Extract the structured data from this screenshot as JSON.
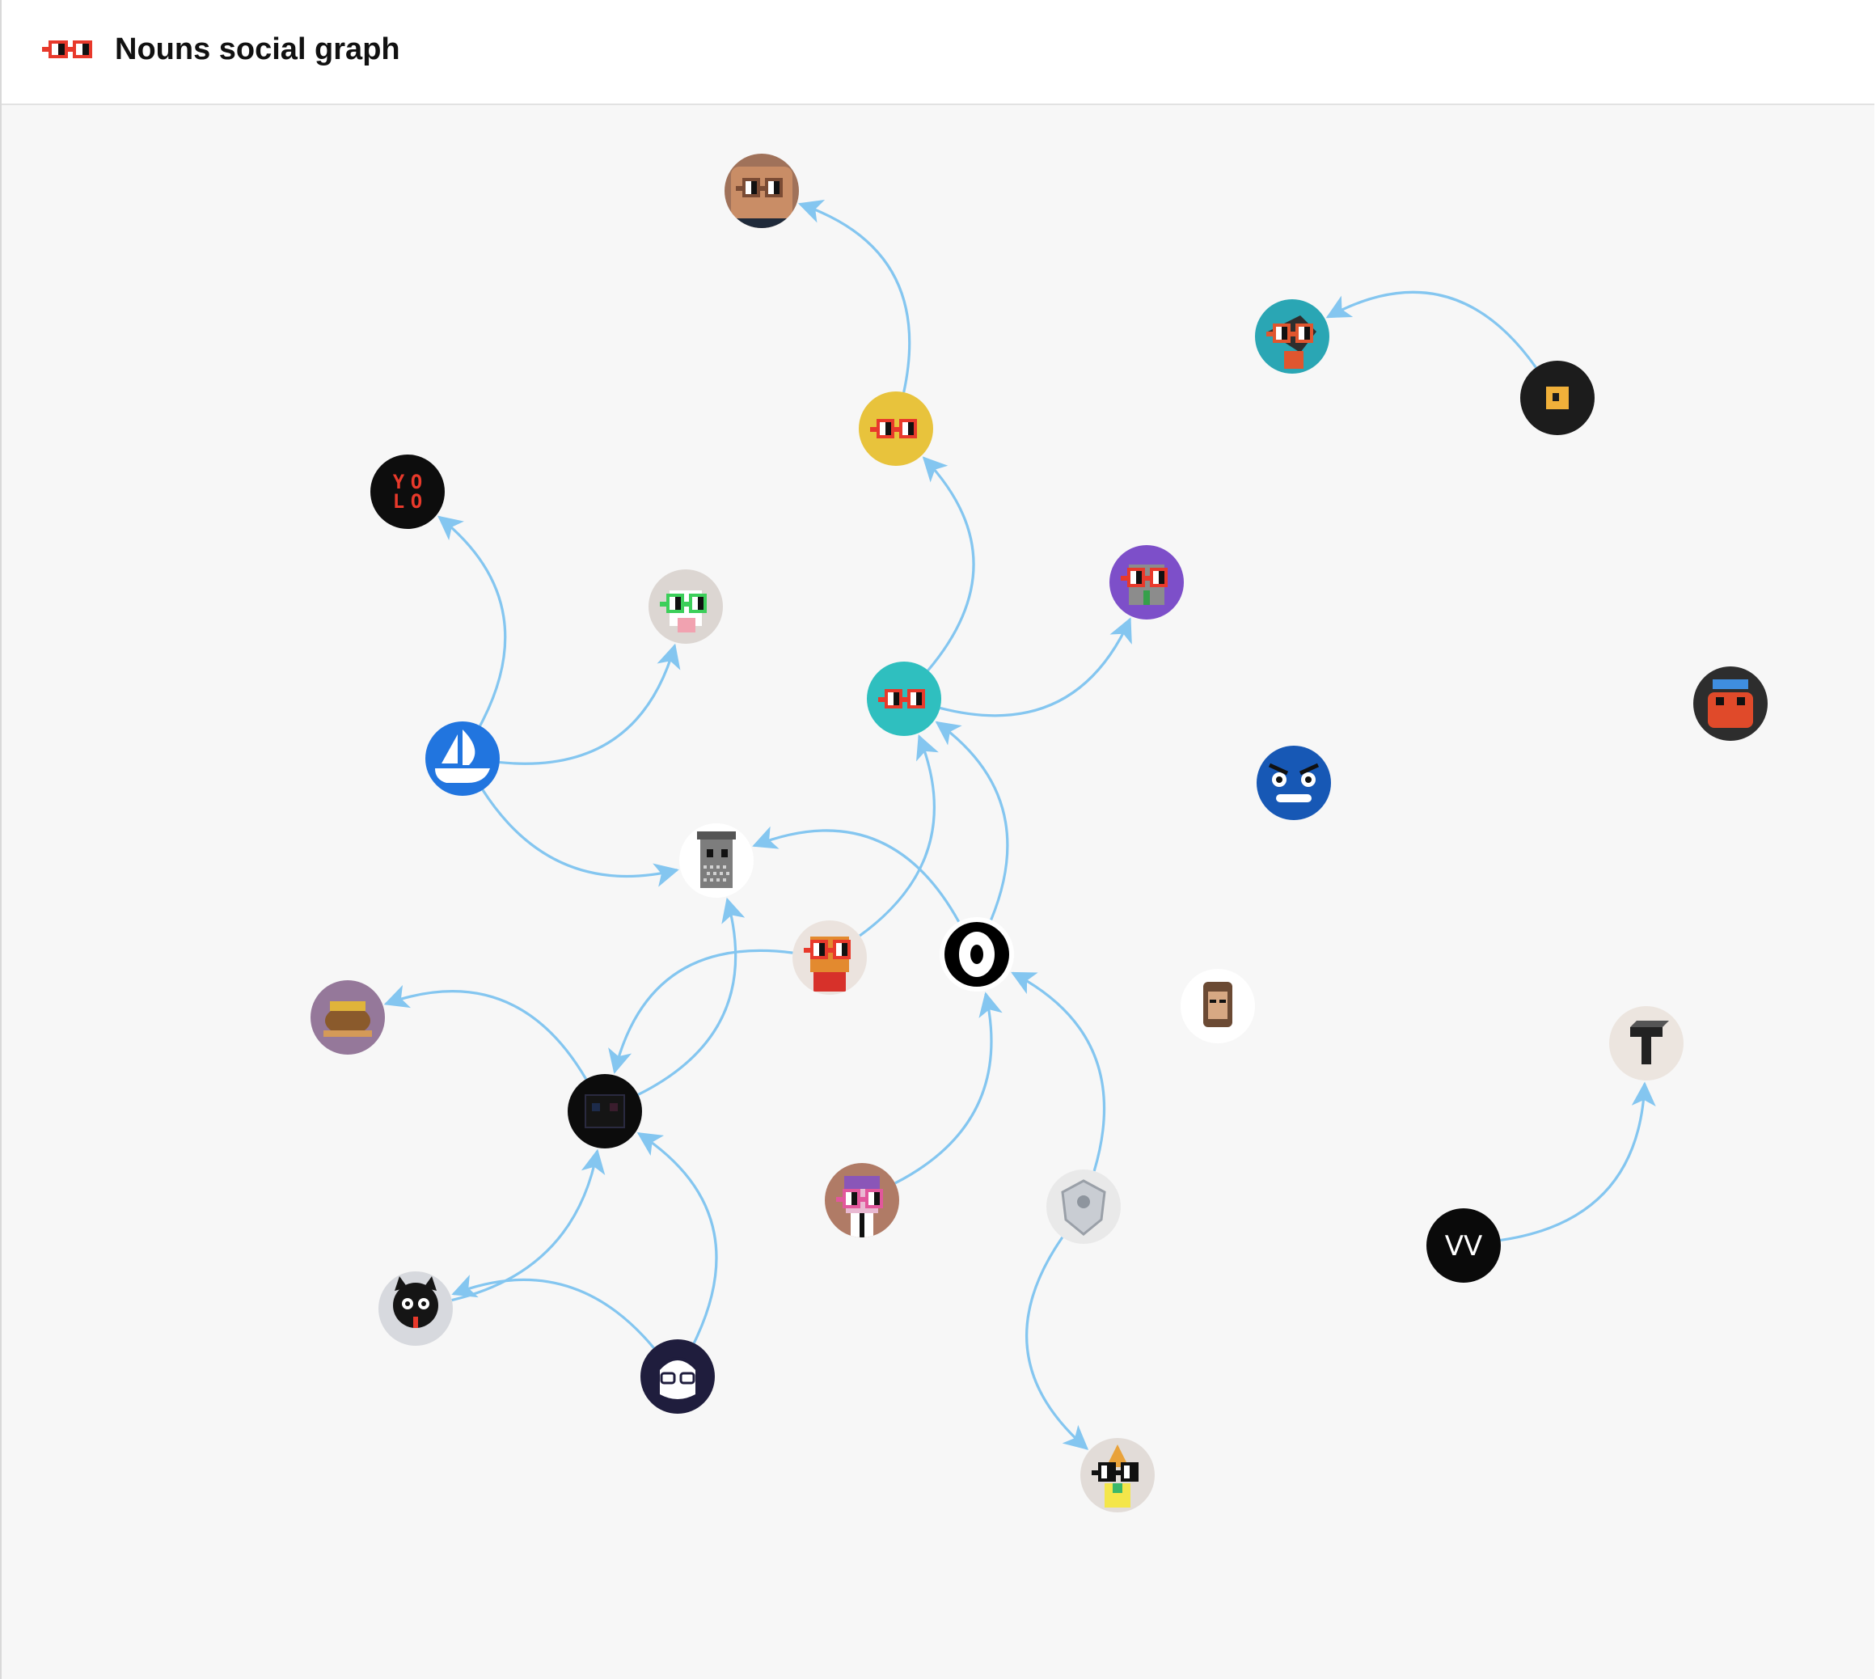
{
  "header": {
    "title": "Nouns social graph",
    "logo_icon": "nouns-glasses-icon"
  },
  "colors": {
    "edge": "#84c6f0",
    "canvas_bg": "#f7f7f7",
    "glasses_red": "#e8392b"
  },
  "graph": {
    "nodes": [
      {
        "id": "n_tan",
        "icon": "nouns-tan-avatar-icon",
        "bg": "#a0725a"
      },
      {
        "id": "n_yellow",
        "icon": "nouns-glasses-yellow-avatar-icon",
        "bg": "#e8c33c"
      },
      {
        "id": "n_teal",
        "icon": "nouns-glasses-teal-avatar-icon",
        "bg": "#2fbfbf"
      },
      {
        "id": "n_fish",
        "icon": "fish-noun-avatar-icon",
        "bg": "#2aa6b4"
      },
      {
        "id": "n_blackbox",
        "icon": "yellow-cube-avatar-icon",
        "bg": "#1c1c1c"
      },
      {
        "id": "n_yolo",
        "icon": "yolo-avatar-icon",
        "bg": "#0d0d0d"
      },
      {
        "id": "n_green",
        "icon": "green-glasses-noun-avatar-icon",
        "bg": "#dcd6d2"
      },
      {
        "id": "n_purple",
        "icon": "purple-trashcan-noun-avatar-icon",
        "bg": "#7d4fc9"
      },
      {
        "id": "n_frog",
        "icon": "red-frog-noun-avatar-icon",
        "bg": "#2d2d2d"
      },
      {
        "id": "n_angry",
        "icon": "angry-blue-face-avatar-icon",
        "bg": "#1758b5"
      },
      {
        "id": "n_opensea",
        "icon": "opensea-avatar-icon",
        "bg": "#2175df"
      },
      {
        "id": "n_trash",
        "icon": "trashcan-noun-avatar-icon",
        "bg": "#ffffff"
      },
      {
        "id": "n_dog",
        "icon": "dog-noun-avatar-icon",
        "bg": "#ebe3de"
      },
      {
        "id": "n_zora",
        "icon": "zora-o-avatar-icon",
        "bg": "#ffffff"
      },
      {
        "id": "n_pixelman",
        "icon": "pixel-man-avatar-icon",
        "bg": "#ffffff"
      },
      {
        "id": "n_tortoise",
        "icon": "tortoise-noun-avatar-icon",
        "bg": "#95789a"
      },
      {
        "id": "n_dark",
        "icon": "dark-noun-avatar-icon",
        "bg": "#0c0c0c"
      },
      {
        "id": "n_pink",
        "icon": "pink-glasses-noun-avatar-icon",
        "bg": "#b07b66"
      },
      {
        "id": "n_shield",
        "icon": "silver-shield-avatar-icon",
        "bg": "#e9e9e9"
      },
      {
        "id": "n_vv",
        "icon": "vv-logo-avatar-icon",
        "bg": "#0a0a0a",
        "text": "VV"
      },
      {
        "id": "n_t",
        "icon": "t-logo-avatar-icon",
        "bg": "#ece5df"
      },
      {
        "id": "n_cat",
        "icon": "black-cat-avatar-icon",
        "bg": "#d7d9de"
      },
      {
        "id": "n_glasses_guy",
        "icon": "glasses-guy-avatar-icon",
        "bg": "#1f1d3d"
      },
      {
        "id": "n_corn",
        "icon": "corn-noun-avatar-icon",
        "bg": "#e2dcd8"
      }
    ],
    "edges": [
      {
        "from": "n_yellow",
        "to": "n_tan"
      },
      {
        "from": "n_teal",
        "to": "n_yellow"
      },
      {
        "from": "n_blackbox",
        "to": "n_fish"
      },
      {
        "from": "n_opensea",
        "to": "n_yolo"
      },
      {
        "from": "n_opensea",
        "to": "n_green"
      },
      {
        "from": "n_teal",
        "to": "n_purple"
      },
      {
        "from": "n_opensea",
        "to": "n_trash"
      },
      {
        "from": "n_zora",
        "to": "n_trash"
      },
      {
        "from": "n_dog",
        "to": "n_teal"
      },
      {
        "from": "n_zora",
        "to": "n_teal"
      },
      {
        "from": "n_dark",
        "to": "n_tortoise"
      },
      {
        "from": "n_dog",
        "to": "n_dark"
      },
      {
        "from": "n_dark",
        "to": "n_trash"
      },
      {
        "from": "n_pink",
        "to": "n_zora"
      },
      {
        "from": "n_shield",
        "to": "n_zora"
      },
      {
        "from": "n_cat",
        "to": "n_dark"
      },
      {
        "from": "n_glasses_guy",
        "to": "n_cat"
      },
      {
        "from": "n_glasses_guy",
        "to": "n_dark"
      },
      {
        "from": "n_shield",
        "to": "n_corn"
      },
      {
        "from": "n_vv",
        "to": "n_t"
      }
    ]
  }
}
